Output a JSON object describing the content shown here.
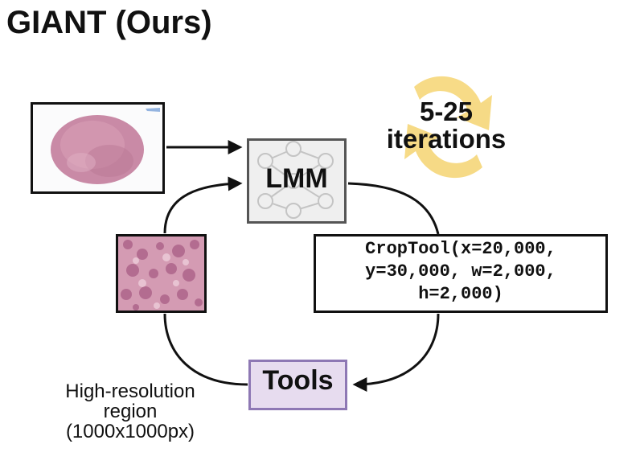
{
  "title": "GIANT (Ours)",
  "lmm_label": "LMM",
  "tools_label": "Tools",
  "crop_call": {
    "line1": "CropTool(x=20,000,",
    "line2": "y=30,000, w=2,000,",
    "line3": "h=2,000)"
  },
  "iterations": {
    "line1": "5-25",
    "line2": "iterations"
  },
  "region_label": {
    "line1": "High-resolution",
    "line2": "region",
    "line3": "(1000x1000px)"
  },
  "colors": {
    "lmm_fill": "#efefef",
    "lmm_border": "#555555",
    "tools_fill": "#e7dcef",
    "tools_border": "#8e78b4",
    "cycle_icon": "#f6d77a",
    "tissue": "#c98aa6"
  },
  "icons": {
    "cycle": "refresh-cycle-icon",
    "network": "neural-network-icon"
  }
}
